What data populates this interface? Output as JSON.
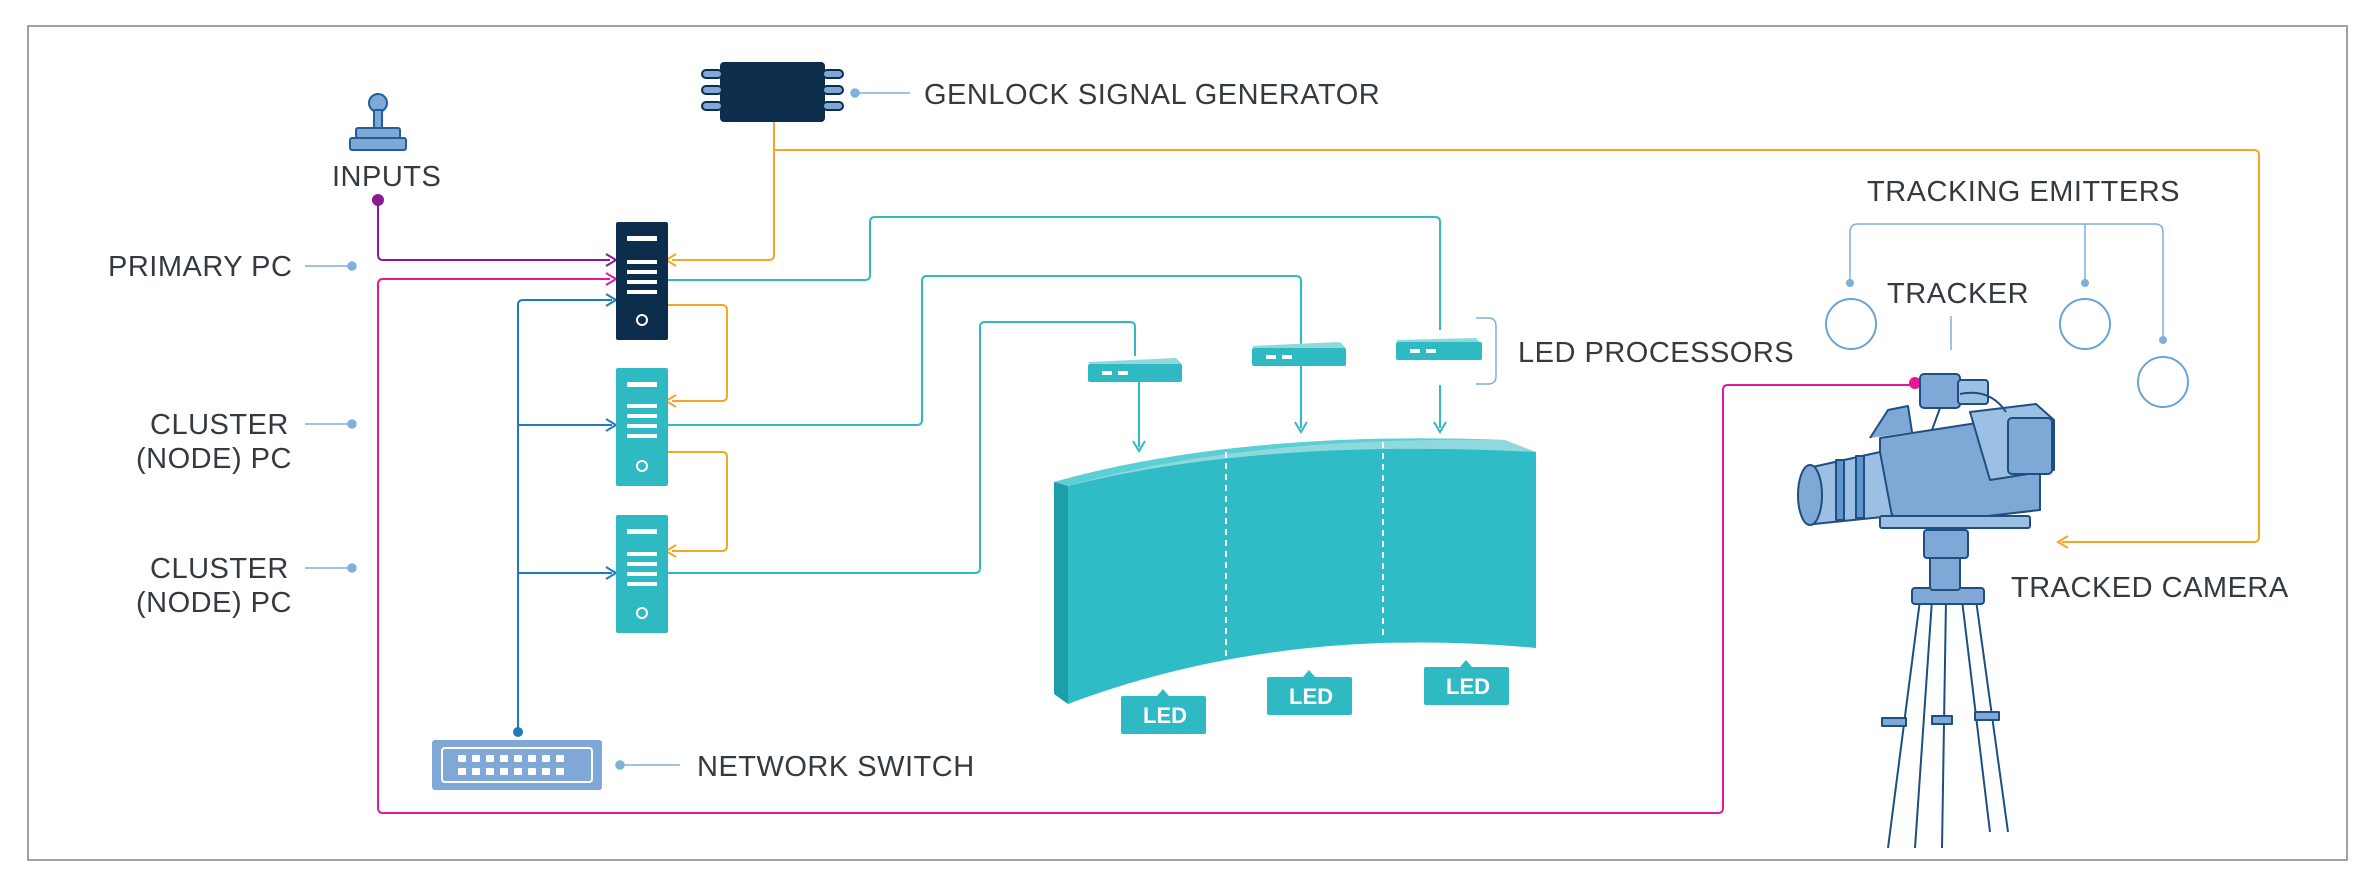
{
  "labels": {
    "genlock": "GENLOCK SIGNAL GENERATOR",
    "inputs": "INPUTS",
    "primary_pc": "PRIMARY PC",
    "cluster1_line1": "CLUSTER",
    "cluster1_line2": "(NODE) PC",
    "cluster2_line1": "CLUSTER",
    "cluster2_line2": "(NODE) PC",
    "network_switch": "NETWORK SWITCH",
    "led_processors": "LED PROCESSORS",
    "tracking_emitters": "TRACKING EMITTERS",
    "tracker": "TRACKER",
    "tracked_camera": "TRACKED CAMERA",
    "led_1": "LED",
    "led_2": "LED",
    "led_3": "LED"
  },
  "colors": {
    "genlock_line": "#f5a623",
    "input_line": "#8b1a8f",
    "tracker_line": "#e5179b",
    "network_line": "#1f7ac0",
    "video_line": "#2fb9c3",
    "primary_pc": "#0d2d4d",
    "node_pc": "#2fb9c3",
    "led_wall": "#2fbcc6",
    "camera": "#7fa8d6",
    "emitter": "#6ba3d6"
  }
}
